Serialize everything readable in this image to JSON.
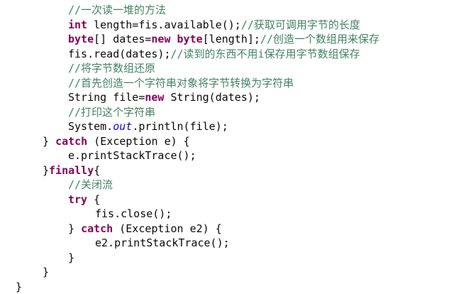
{
  "code": {
    "lines": [
      {
        "indent": 96,
        "segments": [
          {
            "t": "cm",
            "text": "//一次读一堆的方法"
          }
        ]
      },
      {
        "indent": 96,
        "segments": [
          {
            "t": "kw",
            "text": "int"
          },
          {
            "t": "p",
            "text": " length=fis.available();"
          },
          {
            "t": "cm",
            "text": "//获取可调用字节的长度"
          }
        ]
      },
      {
        "indent": 96,
        "segments": [
          {
            "t": "kw",
            "text": "byte"
          },
          {
            "t": "p",
            "text": "[] dates="
          },
          {
            "t": "kw",
            "text": "new"
          },
          {
            "t": "p",
            "text": " "
          },
          {
            "t": "kw",
            "text": "byte"
          },
          {
            "t": "p",
            "text": "[length];"
          },
          {
            "t": "cm",
            "text": "//创造一个数组用来保存"
          }
        ]
      },
      {
        "indent": 96,
        "segments": [
          {
            "t": "p",
            "text": "fis.read(dates);"
          },
          {
            "t": "cm",
            "text": "//读到的东西不用i保存用字节数组保存"
          }
        ]
      },
      {
        "indent": 96,
        "segments": [
          {
            "t": "cm",
            "text": "//将字节数组还原"
          }
        ]
      },
      {
        "indent": 96,
        "segments": [
          {
            "t": "cm",
            "text": "//首先创造一个字符串对象将字节转换为字符串"
          }
        ]
      },
      {
        "indent": 96,
        "segments": [
          {
            "t": "p",
            "text": "String file="
          },
          {
            "t": "kw",
            "text": "new"
          },
          {
            "t": "p",
            "text": " String(dates);"
          }
        ]
      },
      {
        "indent": 96,
        "segments": [
          {
            "t": "cm",
            "text": "//打印这个字符串"
          }
        ]
      },
      {
        "indent": 96,
        "segments": [
          {
            "t": "p",
            "text": "System."
          },
          {
            "t": "it",
            "text": "out"
          },
          {
            "t": "p",
            "text": ".println(file);"
          }
        ]
      },
      {
        "indent": 60,
        "segments": [
          {
            "t": "p",
            "text": "} "
          },
          {
            "t": "kw",
            "text": "catch"
          },
          {
            "t": "p",
            "text": " (Exception e) {"
          }
        ]
      },
      {
        "indent": 96,
        "segments": [
          {
            "t": "p",
            "text": "e.printStackTrace();"
          }
        ]
      },
      {
        "indent": 60,
        "segments": [
          {
            "t": "p",
            "text": "}"
          },
          {
            "t": "kw",
            "text": "finally"
          },
          {
            "t": "p",
            "text": "{"
          }
        ]
      },
      {
        "indent": 96,
        "segments": [
          {
            "t": "cm",
            "text": "//关闭流"
          }
        ]
      },
      {
        "indent": 96,
        "segments": [
          {
            "t": "kw",
            "text": "try"
          },
          {
            "t": "p",
            "text": " {"
          }
        ]
      },
      {
        "indent": 134,
        "segments": [
          {
            "t": "p",
            "text": "fis.close();"
          }
        ]
      },
      {
        "indent": 96,
        "segments": [
          {
            "t": "p",
            "text": "} "
          },
          {
            "t": "kw",
            "text": "catch"
          },
          {
            "t": "p",
            "text": " (Exception e2) {"
          }
        ]
      },
      {
        "indent": 134,
        "segments": [
          {
            "t": "p",
            "text": "e2.printStackTrace();"
          }
        ]
      },
      {
        "indent": 96,
        "segments": [
          {
            "t": "p",
            "text": "}"
          }
        ]
      },
      {
        "indent": 60,
        "segments": [
          {
            "t": "p",
            "text": "}"
          }
        ]
      },
      {
        "indent": 22,
        "segments": [
          {
            "t": "p",
            "text": "}"
          }
        ]
      }
    ]
  },
  "colors": {
    "keyword": "#7f0055",
    "comment": "#3f7f5f",
    "field": "#0000c0",
    "plain": "#000000",
    "background": "#ffffff"
  }
}
